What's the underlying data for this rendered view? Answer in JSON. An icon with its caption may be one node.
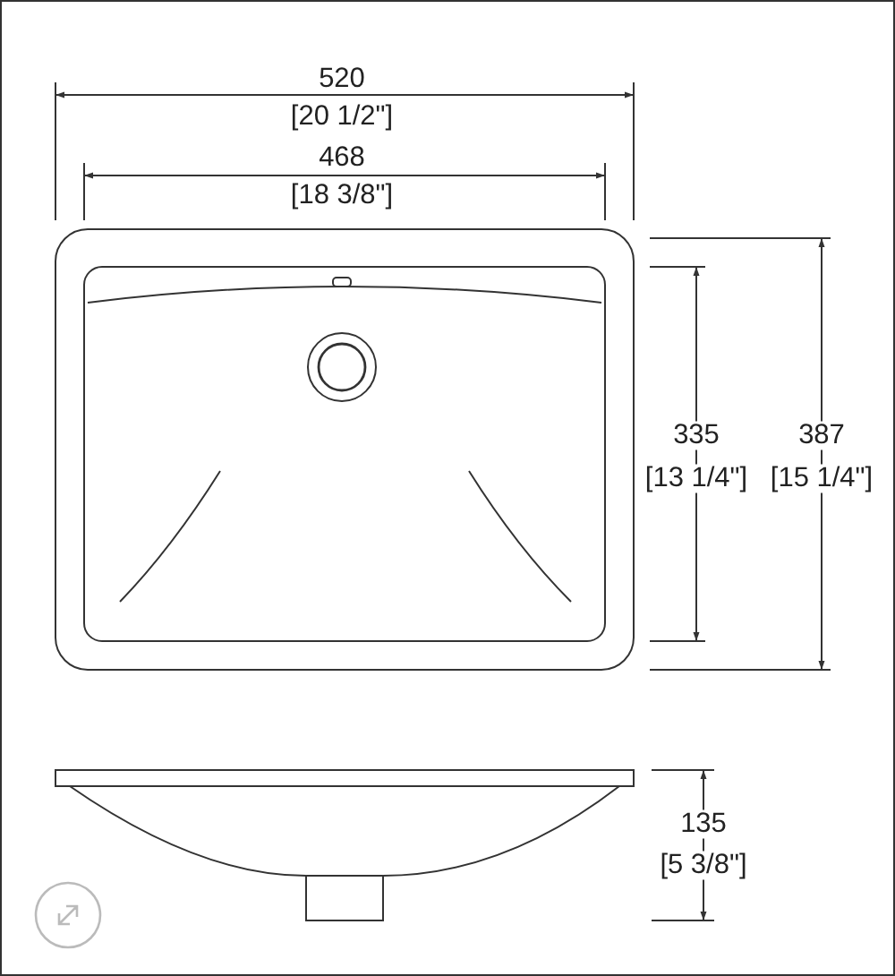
{
  "diagram": {
    "labels": [
      "520",
      "[20 1/2\"]",
      "468",
      "[18 3/8\"]",
      "335",
      "[13 1/4\"]",
      "387",
      "[15 1/4\"]",
      "135",
      "[5 3/8\"]"
    ]
  }
}
